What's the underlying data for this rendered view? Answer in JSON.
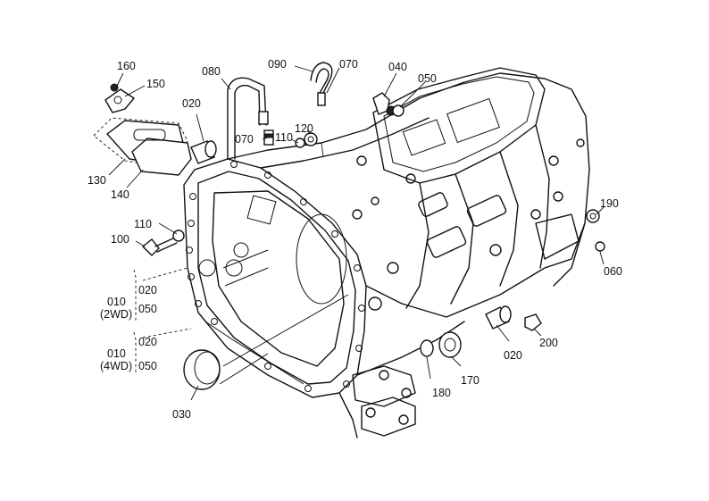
{
  "parts": [
    {
      "id": "p160",
      "text": "160"
    },
    {
      "id": "p150",
      "text": "150"
    },
    {
      "id": "p080",
      "text": "080"
    },
    {
      "id": "p090",
      "text": "090"
    },
    {
      "id": "p070a",
      "text": "070"
    },
    {
      "id": "p040",
      "text": "040"
    },
    {
      "id": "p050a",
      "text": "050"
    },
    {
      "id": "p020a",
      "text": "020"
    },
    {
      "id": "p120",
      "text": "120"
    },
    {
      "id": "p070b",
      "text": "070"
    },
    {
      "id": "p110a",
      "text": "110"
    },
    {
      "id": "p130",
      "text": "130"
    },
    {
      "id": "p140",
      "text": "140"
    },
    {
      "id": "p110b",
      "text": "110"
    },
    {
      "id": "p100",
      "text": "100"
    },
    {
      "id": "p190",
      "text": "190"
    },
    {
      "id": "p060",
      "text": "060"
    },
    {
      "id": "p010a",
      "text": "010"
    },
    {
      "id": "p020b",
      "text": "020"
    },
    {
      "id": "p2wd",
      "text": "(2WD)"
    },
    {
      "id": "p050b",
      "text": "050"
    },
    {
      "id": "p010b",
      "text": "010"
    },
    {
      "id": "p020c",
      "text": "020"
    },
    {
      "id": "p4wd",
      "text": "(4WD)"
    },
    {
      "id": "p050c",
      "text": "050"
    },
    {
      "id": "p200",
      "text": "200"
    },
    {
      "id": "p020d",
      "text": "020"
    },
    {
      "id": "p170",
      "text": "170"
    },
    {
      "id": "p180",
      "text": "180"
    },
    {
      "id": "p030",
      "text": "030"
    }
  ]
}
